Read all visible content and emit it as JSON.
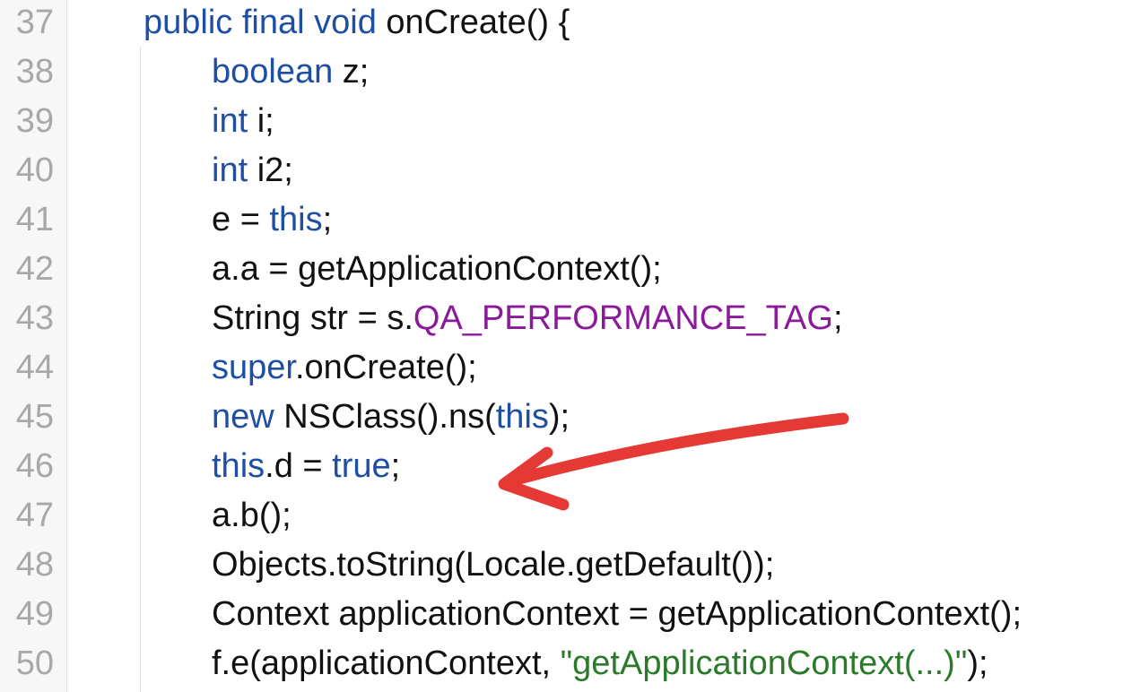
{
  "lines": [
    {
      "num": "37",
      "indent": 1,
      "tokens": [
        {
          "t": "public",
          "c": "kw"
        },
        {
          "t": " ",
          "c": ""
        },
        {
          "t": "final",
          "c": "kw"
        },
        {
          "t": " ",
          "c": ""
        },
        {
          "t": "void",
          "c": "kw"
        },
        {
          "t": " onCreate() {",
          "c": ""
        }
      ]
    },
    {
      "num": "38",
      "indent": 2,
      "tokens": [
        {
          "t": "boolean",
          "c": "kw"
        },
        {
          "t": " z;",
          "c": ""
        }
      ]
    },
    {
      "num": "39",
      "indent": 2,
      "tokens": [
        {
          "t": "int",
          "c": "kw"
        },
        {
          "t": " i;",
          "c": ""
        }
      ]
    },
    {
      "num": "40",
      "indent": 2,
      "tokens": [
        {
          "t": "int",
          "c": "kw"
        },
        {
          "t": " i2;",
          "c": ""
        }
      ]
    },
    {
      "num": "41",
      "indent": 2,
      "tokens": [
        {
          "t": "e = ",
          "c": ""
        },
        {
          "t": "this",
          "c": "kw"
        },
        {
          "t": ";",
          "c": ""
        }
      ]
    },
    {
      "num": "42",
      "indent": 2,
      "tokens": [
        {
          "t": "a.a = getApplicationContext();",
          "c": ""
        }
      ]
    },
    {
      "num": "43",
      "indent": 2,
      "tokens": [
        {
          "t": "String str = s.",
          "c": ""
        },
        {
          "t": "QA_PERFORMANCE_TAG",
          "c": "fld"
        },
        {
          "t": ";",
          "c": ""
        }
      ]
    },
    {
      "num": "44",
      "indent": 2,
      "tokens": [
        {
          "t": "super",
          "c": "kw"
        },
        {
          "t": ".onCreate();",
          "c": ""
        }
      ]
    },
    {
      "num": "45",
      "indent": 2,
      "tokens": [
        {
          "t": "new",
          "c": "kw"
        },
        {
          "t": " NSClass().ns(",
          "c": ""
        },
        {
          "t": "this",
          "c": "kw"
        },
        {
          "t": ");",
          "c": ""
        }
      ]
    },
    {
      "num": "46",
      "indent": 2,
      "tokens": [
        {
          "t": "this",
          "c": "kw"
        },
        {
          "t": ".d = ",
          "c": ""
        },
        {
          "t": "true",
          "c": "kw"
        },
        {
          "t": ";",
          "c": ""
        }
      ]
    },
    {
      "num": "47",
      "indent": 2,
      "tokens": [
        {
          "t": "a.b();",
          "c": ""
        }
      ]
    },
    {
      "num": "48",
      "indent": 2,
      "tokens": [
        {
          "t": "Objects.toString(Locale.getDefault());",
          "c": ""
        }
      ]
    },
    {
      "num": "49",
      "indent": 2,
      "tokens": [
        {
          "t": "Context applicationContext = getApplicationContext();",
          "c": ""
        }
      ]
    },
    {
      "num": "50",
      "indent": 2,
      "tokens": [
        {
          "t": "f.e(applicationContext, ",
          "c": ""
        },
        {
          "t": "\"getApplicationContext(...)\"",
          "c": "str"
        },
        {
          "t": ");",
          "c": ""
        }
      ]
    }
  ],
  "annotation": {
    "color": "#e53935",
    "target_line": "46"
  }
}
